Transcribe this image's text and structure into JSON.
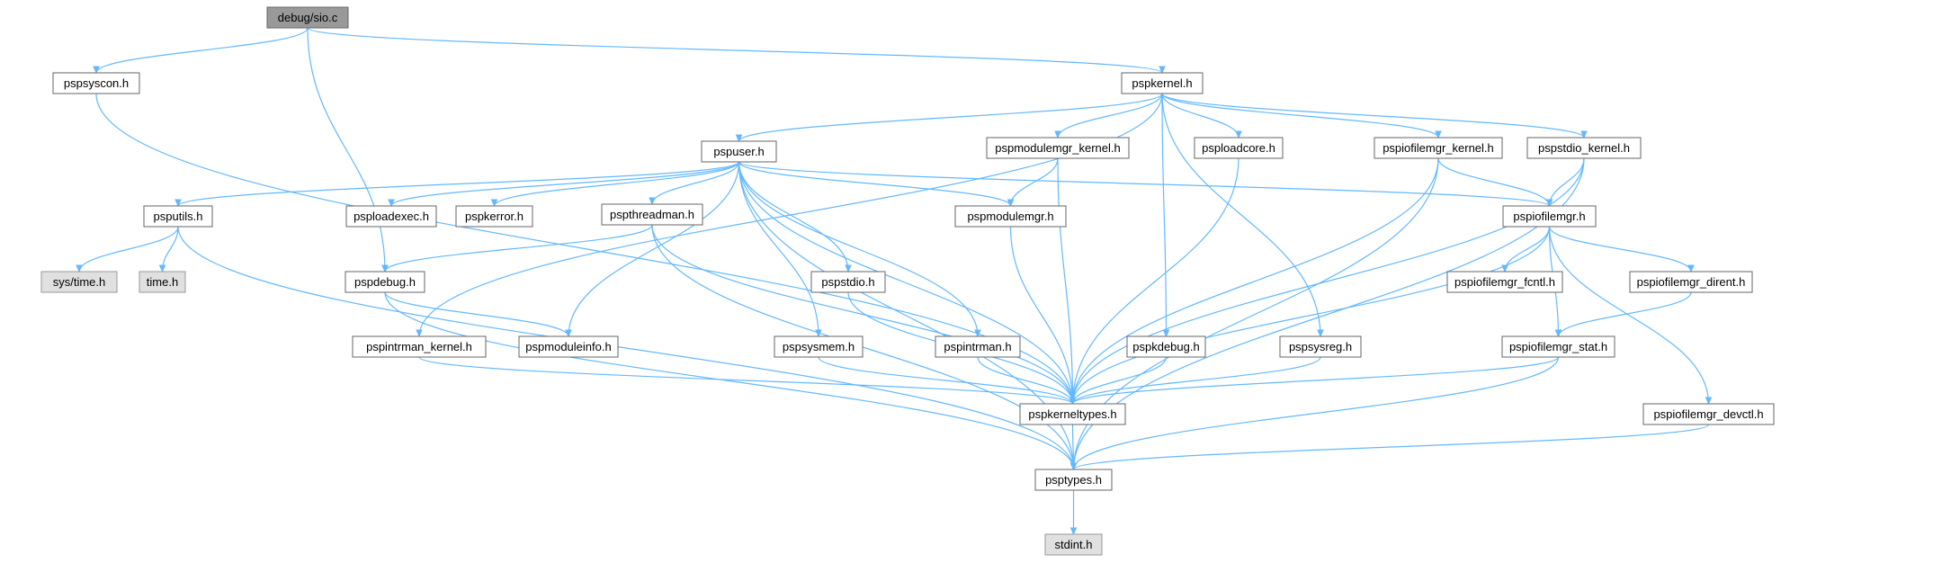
{
  "graph": {
    "colors": {
      "edge": "#63b8ff",
      "root_fill": "#999999",
      "node_fill": "#ffffff",
      "system_fill": "#e0e0e0",
      "border": "#666666"
    },
    "nodes": [
      {
        "id": "sio_c",
        "label": "debug/sio.c",
        "kind": "root"
      },
      {
        "id": "pspsyscon_h",
        "label": "pspsyscon.h",
        "kind": "normal"
      },
      {
        "id": "pspkernel_h",
        "label": "pspkernel.h",
        "kind": "normal"
      },
      {
        "id": "pspuser_h",
        "label": "pspuser.h",
        "kind": "normal"
      },
      {
        "id": "pspmodulemgr_kernel_h",
        "label": "pspmodulemgr_kernel.h",
        "kind": "normal"
      },
      {
        "id": "psploadcore_h",
        "label": "psploadcore.h",
        "kind": "normal"
      },
      {
        "id": "pspiofilemgr_kernel_h",
        "label": "pspiofilemgr_kernel.h",
        "kind": "normal"
      },
      {
        "id": "pspstdio_kernel_h",
        "label": "pspstdio_kernel.h",
        "kind": "normal"
      },
      {
        "id": "psputils_h",
        "label": "psputils.h",
        "kind": "normal"
      },
      {
        "id": "psploadexec_h",
        "label": "psploadexec.h",
        "kind": "normal"
      },
      {
        "id": "pspkerror_h",
        "label": "pspkerror.h",
        "kind": "normal"
      },
      {
        "id": "pspthreadman_h",
        "label": "pspthreadman.h",
        "kind": "normal"
      },
      {
        "id": "pspmodulemgr_h",
        "label": "pspmodulemgr.h",
        "kind": "normal"
      },
      {
        "id": "pspiofilemgr_h",
        "label": "pspiofilemgr.h",
        "kind": "normal"
      },
      {
        "id": "sys_time_h",
        "label": "sys/time.h",
        "kind": "system"
      },
      {
        "id": "time_h",
        "label": "time.h",
        "kind": "system"
      },
      {
        "id": "pspdebug_h",
        "label": "pspdebug.h",
        "kind": "normal"
      },
      {
        "id": "pspstdio_h",
        "label": "pspstdio.h",
        "kind": "normal"
      },
      {
        "id": "pspiofilemgr_fcntl_h",
        "label": "pspiofilemgr_fcntl.h",
        "kind": "normal"
      },
      {
        "id": "pspiofilemgr_dirent_h",
        "label": "pspiofilemgr_dirent.h",
        "kind": "normal"
      },
      {
        "id": "pspintrman_kernel_h",
        "label": "pspintrman_kernel.h",
        "kind": "normal"
      },
      {
        "id": "pspmoduleinfo_h",
        "label": "pspmoduleinfo.h",
        "kind": "normal"
      },
      {
        "id": "pspsysmem_h",
        "label": "pspsysmem.h",
        "kind": "normal"
      },
      {
        "id": "pspintrman_h",
        "label": "pspintrman.h",
        "kind": "normal"
      },
      {
        "id": "pspkdebug_h",
        "label": "pspkdebug.h",
        "kind": "normal"
      },
      {
        "id": "pspsysreg_h",
        "label": "pspsysreg.h",
        "kind": "normal"
      },
      {
        "id": "pspiofilemgr_stat_h",
        "label": "pspiofilemgr_stat.h",
        "kind": "normal"
      },
      {
        "id": "pspkerneltypes_h",
        "label": "pspkerneltypes.h",
        "kind": "normal"
      },
      {
        "id": "pspiofilemgr_devctl_h",
        "label": "pspiofilemgr_devctl.h",
        "kind": "normal"
      },
      {
        "id": "psptypes_h",
        "label": "psptypes.h",
        "kind": "normal"
      },
      {
        "id": "stdint_h",
        "label": "stdint.h",
        "kind": "system"
      }
    ],
    "edges": [
      [
        "sio_c",
        "pspsyscon_h"
      ],
      [
        "sio_c",
        "pspkernel_h"
      ],
      [
        "sio_c",
        "pspdebug_h"
      ],
      [
        "pspsyscon_h",
        "pspkerneltypes_h"
      ],
      [
        "pspkernel_h",
        "pspuser_h"
      ],
      [
        "pspkernel_h",
        "pspmodulemgr_kernel_h"
      ],
      [
        "pspkernel_h",
        "psploadcore_h"
      ],
      [
        "pspkernel_h",
        "pspiofilemgr_kernel_h"
      ],
      [
        "pspkernel_h",
        "pspstdio_kernel_h"
      ],
      [
        "pspkernel_h",
        "pspintrman_kernel_h"
      ],
      [
        "pspkernel_h",
        "pspkdebug_h"
      ],
      [
        "pspkernel_h",
        "pspsysreg_h"
      ],
      [
        "pspuser_h",
        "psputils_h"
      ],
      [
        "pspuser_h",
        "psploadexec_h"
      ],
      [
        "pspuser_h",
        "pspkerror_h"
      ],
      [
        "pspuser_h",
        "pspthreadman_h"
      ],
      [
        "pspuser_h",
        "pspmodulemgr_h"
      ],
      [
        "pspuser_h",
        "pspiofilemgr_h"
      ],
      [
        "pspuser_h",
        "pspmoduleinfo_h"
      ],
      [
        "pspuser_h",
        "pspstdio_h"
      ],
      [
        "pspuser_h",
        "pspsysmem_h"
      ],
      [
        "pspuser_h",
        "pspintrman_h"
      ],
      [
        "pspuser_h",
        "pspkerneltypes_h"
      ],
      [
        "pspuser_h",
        "psptypes_h"
      ],
      [
        "pspmodulemgr_kernel_h",
        "pspmodulemgr_h"
      ],
      [
        "pspmodulemgr_kernel_h",
        "pspkerneltypes_h"
      ],
      [
        "psploadcore_h",
        "pspkerneltypes_h"
      ],
      [
        "pspiofilemgr_kernel_h",
        "pspiofilemgr_h"
      ],
      [
        "pspiofilemgr_kernel_h",
        "pspkerneltypes_h"
      ],
      [
        "pspiofilemgr_kernel_h",
        "psptypes_h"
      ],
      [
        "pspstdio_kernel_h",
        "pspiofilemgr_h"
      ],
      [
        "pspstdio_kernel_h",
        "pspkerneltypes_h"
      ],
      [
        "pspstdio_kernel_h",
        "psptypes_h"
      ],
      [
        "psputils_h",
        "sys_time_h"
      ],
      [
        "psputils_h",
        "time_h"
      ],
      [
        "psputils_h",
        "psptypes_h"
      ],
      [
        "pspthreadman_h",
        "pspdebug_h"
      ],
      [
        "pspthreadman_h",
        "pspkerneltypes_h"
      ],
      [
        "pspthreadman_h",
        "psptypes_h"
      ],
      [
        "pspmodulemgr_h",
        "pspkerneltypes_h"
      ],
      [
        "pspiofilemgr_h",
        "pspiofilemgr_fcntl_h"
      ],
      [
        "pspiofilemgr_h",
        "pspiofilemgr_dirent_h"
      ],
      [
        "pspiofilemgr_h",
        "pspiofilemgr_stat_h"
      ],
      [
        "pspiofilemgr_h",
        "pspiofilemgr_devctl_h"
      ],
      [
        "pspiofilemgr_h",
        "pspkerneltypes_h"
      ],
      [
        "pspdebug_h",
        "pspmoduleinfo_h"
      ],
      [
        "pspdebug_h",
        "psptypes_h"
      ],
      [
        "pspstdio_h",
        "pspkerneltypes_h"
      ],
      [
        "pspiofilemgr_dirent_h",
        "pspiofilemgr_stat_h"
      ],
      [
        "pspintrman_kernel_h",
        "pspkerneltypes_h"
      ],
      [
        "pspsysmem_h",
        "pspkerneltypes_h"
      ],
      [
        "pspintrman_h",
        "pspkerneltypes_h"
      ],
      [
        "pspkdebug_h",
        "pspkerneltypes_h"
      ],
      [
        "pspsysreg_h",
        "pspkerneltypes_h"
      ],
      [
        "pspiofilemgr_stat_h",
        "pspkerneltypes_h"
      ],
      [
        "pspiofilemgr_stat_h",
        "psptypes_h"
      ],
      [
        "pspkerneltypes_h",
        "psptypes_h"
      ],
      [
        "pspiofilemgr_devctl_h",
        "psptypes_h"
      ],
      [
        "psptypes_h",
        "stdint_h"
      ]
    ]
  }
}
